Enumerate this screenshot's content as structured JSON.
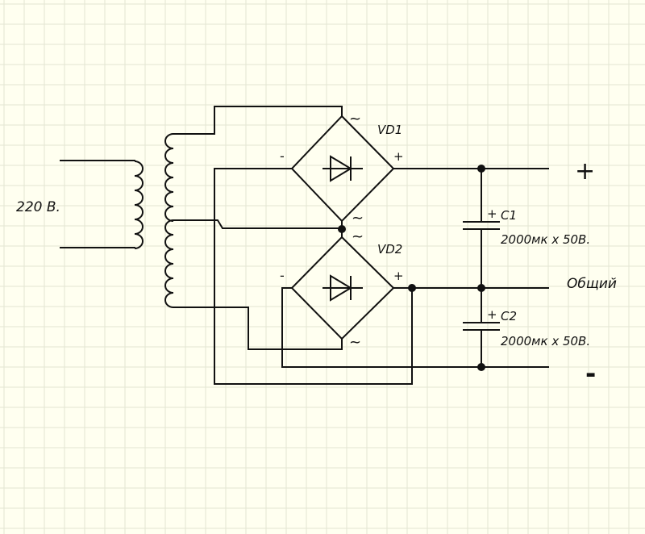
{
  "input": {
    "voltage_label": "220 В."
  },
  "bridges": {
    "vd1": {
      "label": "VD1",
      "ac_symbol": "~",
      "minus": "-",
      "plus": "+"
    },
    "vd2": {
      "label": "VD2",
      "ac_symbol": "~",
      "minus": "-",
      "plus": "+"
    }
  },
  "capacitors": {
    "c1": {
      "label": "C1",
      "value": "2000мк х 50В.",
      "plus": "+"
    },
    "c2": {
      "label": "C2",
      "value": "2000мк х 50В.",
      "plus": "+"
    }
  },
  "outputs": {
    "positive": "+",
    "common": "Общий",
    "negative": "-"
  }
}
